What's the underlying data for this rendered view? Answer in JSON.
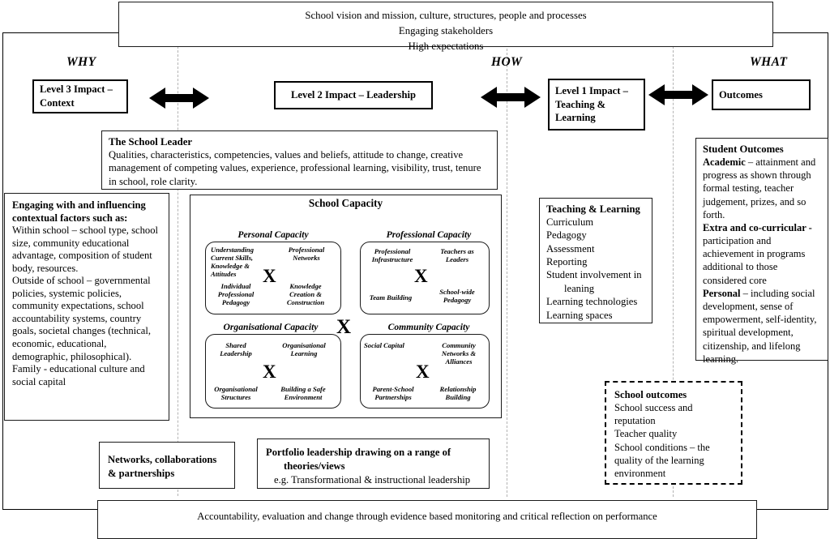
{
  "top_banner": {
    "lines": [
      "School vision and mission, culture, structures, people and processes",
      "Engaging stakeholders",
      "High expectations"
    ]
  },
  "column_labels": {
    "why": "WHY",
    "how": "HOW",
    "what": "WHAT"
  },
  "levels": {
    "level3": "Level 3 Impact – Context",
    "level2": "Level 2 Impact – Leadership",
    "level1": "Level 1 Impact – Teaching & Learning",
    "outcomes": "Outcomes"
  },
  "school_leader": {
    "title": "The School Leader",
    "body": "Qualities, characteristics, competencies, values and beliefs, attitude to change, creative management of competing values, experience, professional learning, visibility, trust, tenure in school, role clarity."
  },
  "context_box": {
    "title_line1": "Engaging with and influencing",
    "title_line2": "contextual factors such as:",
    "items": [
      "Within school – school type, school size, community educational advantage, composition of student body, resources.",
      "Outside of school – governmental policies, systemic policies, community expectations, school accountability systems, country goals, societal changes (technical, economic, educational, demographic, philosophical).",
      "Family - educational culture and social capital"
    ]
  },
  "school_capacity": {
    "title": "School Capacity",
    "centre_symbol": "X",
    "quadrants": [
      {
        "name": "Personal Capacity",
        "symbol": "X",
        "cells": [
          "Understanding Current Skills, Knowledge & Attitudes",
          "Professional Networks",
          "Individual Professional Pedagogy",
          "Knowledge Creation & Construction"
        ]
      },
      {
        "name": "Professional Capacity",
        "symbol": "X",
        "cells": [
          "Professional Infrastructure",
          "Teachers as Leaders",
          "Team Building",
          "School-wide Pedagogy"
        ]
      },
      {
        "name": "Organisational Capacity",
        "symbol": "X",
        "cells": [
          "Shared Leadership",
          "Organisational Learning",
          "Organisational Structures",
          "Building a Safe Environment"
        ]
      },
      {
        "name": "Community Capacity",
        "symbol": "X",
        "cells": [
          "Social Capital",
          "Community Networks & Alliances",
          "Parent-School Partnerships",
          "Relationship Building"
        ]
      }
    ]
  },
  "teaching_learning": {
    "title": "Teaching & Learning",
    "items": [
      "Curriculum",
      "Pedagogy",
      "Assessment",
      "Reporting",
      "Student involvement in leaning",
      "Learning technologies",
      "Learning spaces"
    ]
  },
  "student_outcomes": {
    "title": "Student Outcomes",
    "academic_label": "Academic",
    "academic_text": " – attainment and progress as shown through formal testing, teacher judgement, prizes, and so forth.",
    "extra_label": "Extra and co-curricular -",
    "extra_text": " participation and achievement in programs additional to those considered core",
    "personal_label": "Personal",
    "personal_text": " – including social development, sense of empowerment, self-identity, spiritual development, citizenship, and lifelong learning."
  },
  "school_outcomes": {
    "title": "School outcomes",
    "items": [
      "School success and reputation",
      "Teacher quality",
      "School conditions – the quality of the learning environment"
    ]
  },
  "networks_box": {
    "line1": "Networks, collaborations",
    "line2": "& partnerships"
  },
  "portfolio_box": {
    "title_line1": "Portfolio leadership drawing on a range of",
    "title_line2": "theories/views",
    "example": "e.g. Transformational & instructional leadership"
  },
  "bottom_banner": {
    "text": "Accountability, evaluation and change through evidence based monitoring and critical reflection on performance"
  },
  "arrows": {
    "icon": "double-headed-arrow"
  },
  "colors": {
    "ink": "#000000",
    "divider": "#b3b3b3",
    "paper": "#ffffff"
  }
}
